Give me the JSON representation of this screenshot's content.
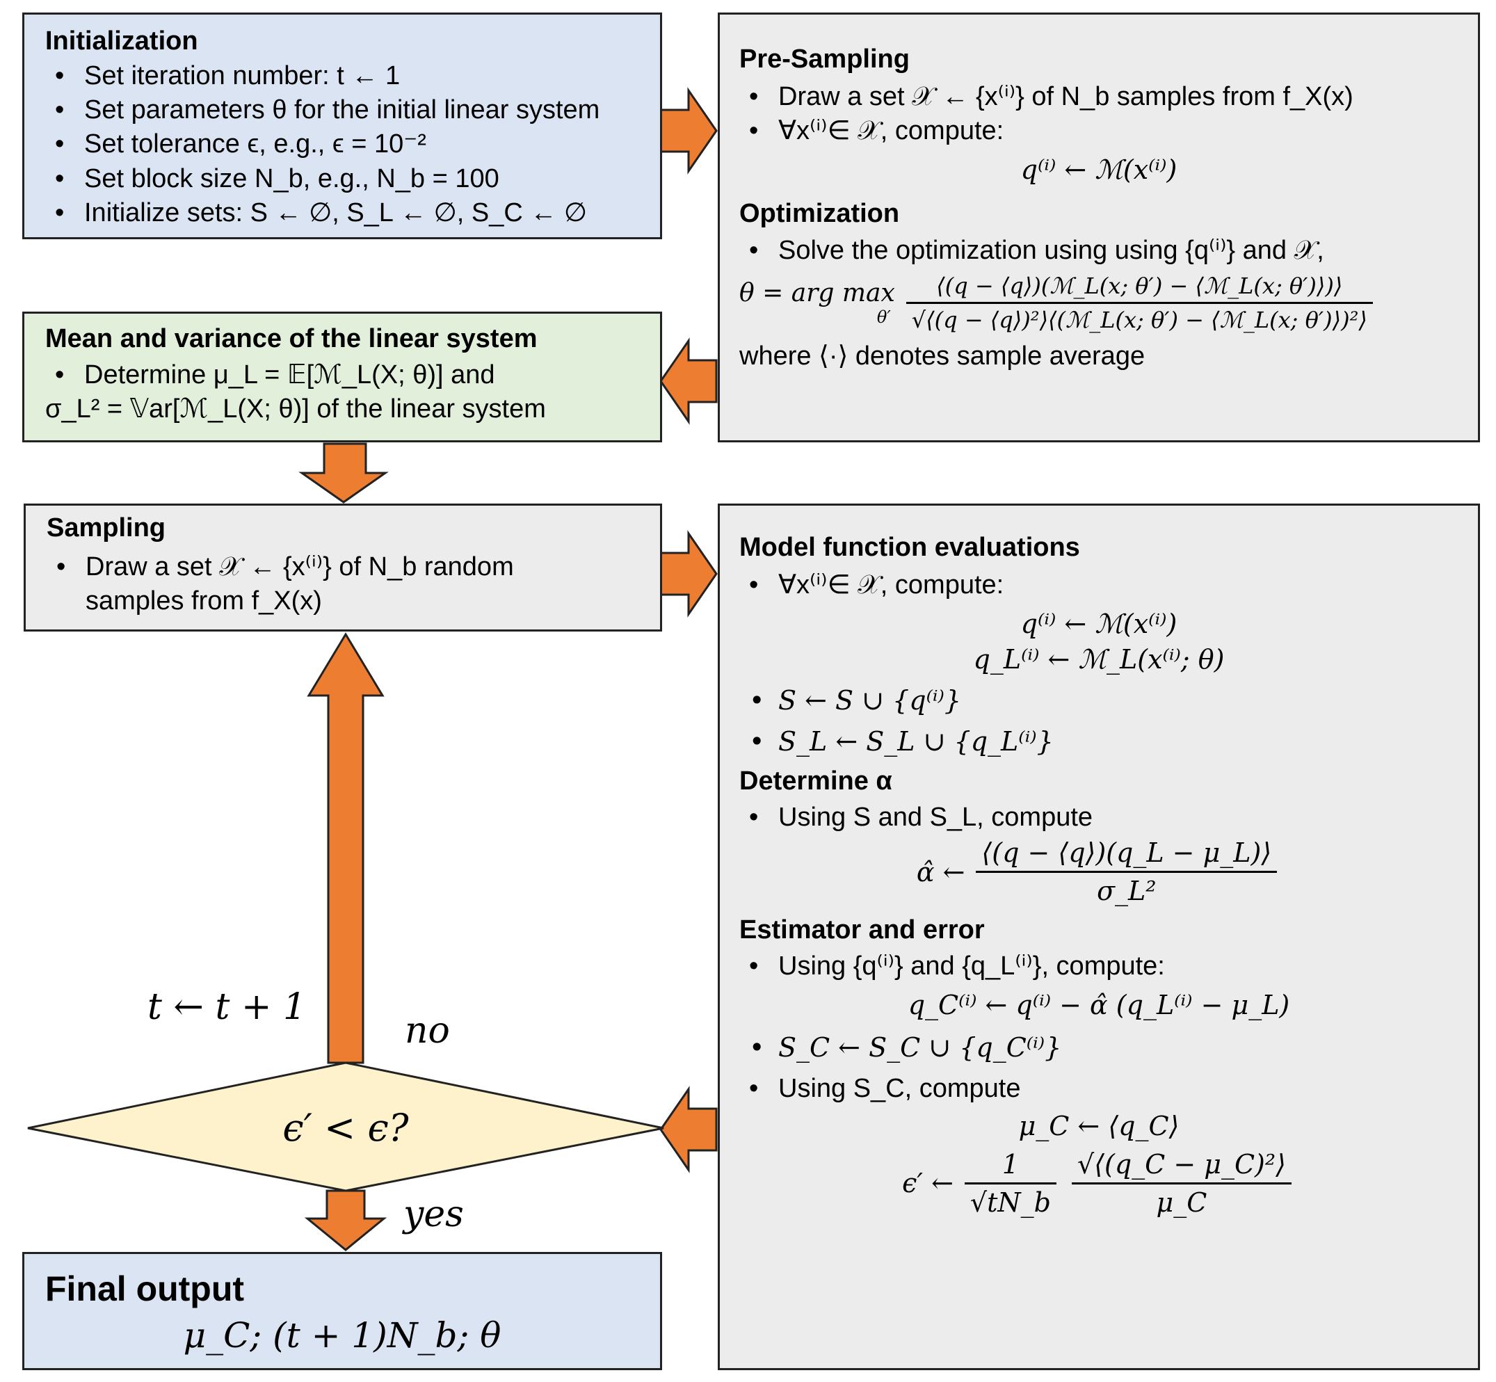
{
  "initialization": {
    "title": "Initialization",
    "items": [
      "Set iteration number: t ← 1",
      "Set parameters θ for the initial linear system",
      "Set tolerance ϵ, e.g., ϵ = 10⁻²",
      "Set block size N_b, e.g., N_b = 100",
      "Initialize sets: S ← ∅, S_L ← ∅, S_C ← ∅"
    ]
  },
  "mean_variance": {
    "title": "Mean and variance of the linear system",
    "item_line1": "Determine μ_L = 𝔼[ℳ_L(X; θ)] and",
    "item_line2": "σ_L² = 𝕍ar[ℳ_L(X; θ)] of the linear system"
  },
  "sampling": {
    "title": "Sampling",
    "item_line1": "Draw a set 𝒳 ← {x⁽ⁱ⁾} of N_b random",
    "item_line2": "samples from f_X(x)"
  },
  "final_output": {
    "title": "Final output",
    "value": "μ_C; (t + 1)N_b; θ"
  },
  "pre_sampling": {
    "title": "Pre-Sampling",
    "item1": "Draw a set 𝒳 ← {x⁽ⁱ⁾} of N_b samples from f_X(x)",
    "item2": "∀x⁽ⁱ⁾∈ 𝒳, compute:",
    "eq1": "q⁽ⁱ⁾ ← ℳ(x⁽ⁱ⁾)"
  },
  "optimization": {
    "title": "Optimization",
    "item1": "Solve the optimization using using {q⁽ⁱ⁾} and 𝒳,",
    "eq_lhs": "θ = arg max",
    "eq_sub": "θ′",
    "eq_num": "⟨(q − ⟨q⟩)(ℳ_L(x; θ′) − ⟨ℳ_L(x; θ′)⟩)⟩",
    "eq_den": "√⟨(q − ⟨q⟩)²⟩⟨(ℳ_L(x; θ′) − ⟨ℳ_L(x; θ′)⟩)²⟩",
    "note": "where ⟨·⟩ denotes sample average"
  },
  "model_eval": {
    "title": "Model function evaluations",
    "item1": "∀x⁽ⁱ⁾∈ 𝒳, compute:",
    "eq1": "q⁽ⁱ⁾ ← ℳ(x⁽ⁱ⁾)",
    "eq2": "q_L⁽ⁱ⁾ ← ℳ_L(x⁽ⁱ⁾; θ)",
    "item2": "S ← S ∪ {q⁽ⁱ⁾}",
    "item3": "S_L ← S_L ∪ {q_L⁽ⁱ⁾}"
  },
  "determine_alpha": {
    "title": "Determine α",
    "item1": "Using S and S_L, compute",
    "eq_lhs": "α̂ ←",
    "eq_num": "⟨(q − ⟨q⟩)(q_L − μ_L)⟩",
    "eq_den": "σ_L²"
  },
  "estimator": {
    "title": "Estimator and error",
    "item1": "Using {q⁽ⁱ⁾} and {q_L⁽ⁱ⁾}, compute:",
    "eq1": "q_C⁽ⁱ⁾ ← q⁽ⁱ⁾ − α̂ (q_L⁽ⁱ⁾ − μ_L)",
    "item2": "S_C ← S_C ∪ {q_C⁽ⁱ⁾}",
    "item3": "Using S_C, compute",
    "eq2": "μ_C ← ⟨q_C⟩",
    "eq3_lhs": "ϵ′ ←",
    "eq3_num1": "1",
    "eq3_den1": "√tN_b",
    "eq3_num2": "√⟨(q_C − μ_C)²⟩",
    "eq3_den2": "μ_C"
  },
  "decision": {
    "text": "ϵ′ < ϵ?"
  },
  "labels": {
    "increment": "t ← t + 1",
    "no": "no",
    "yes": "yes"
  },
  "colors": {
    "arrow": "#ed7d31",
    "blue_box": "#dbe4f3",
    "green_box": "#e2efdb",
    "grey_box": "#ececec",
    "decision": "#fdf2cc"
  }
}
